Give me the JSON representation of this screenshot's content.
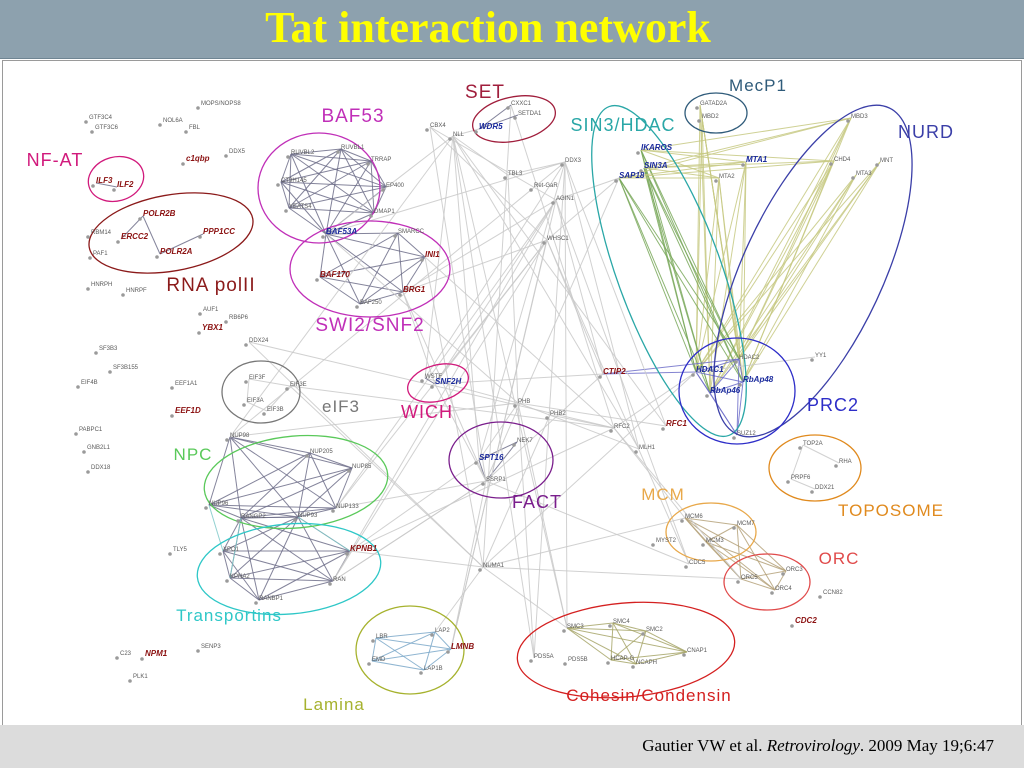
{
  "title": "Tat interaction network",
  "citation": {
    "authors": "Gautier VW et al. ",
    "journal": "Retrovirology",
    "rest": ". 2009 May 19;6:47"
  },
  "colors": {
    "title": "#ffff00",
    "header_bg": "#8da1ae",
    "footer_bg": "#dcdcdc"
  },
  "complexes": [
    {
      "name": "BAF53",
      "color": "#c02fb8"
    },
    {
      "name": "SET",
      "color": "#a01e3c"
    },
    {
      "name": "SIN3/HDAC",
      "color": "#2aa7a7"
    },
    {
      "name": "MecP1",
      "color": "#2f5b7a"
    },
    {
      "name": "NURD",
      "color": "#3b3fa8"
    },
    {
      "name": "NF-AT",
      "color": "#d11a7c"
    },
    {
      "name": "RNA polII",
      "color": "#8b1a1a"
    },
    {
      "name": "SWI2/SNF2",
      "color": "#c02fb8"
    },
    {
      "name": "eIF3",
      "color": "#777777"
    },
    {
      "name": "WICH",
      "color": "#d11a7c"
    },
    {
      "name": "PRC2",
      "color": "#2d2dc8"
    },
    {
      "name": "NPC",
      "color": "#5ac95a"
    },
    {
      "name": "FACT",
      "color": "#7a1e8c"
    },
    {
      "name": "MCM",
      "color": "#e8a84a"
    },
    {
      "name": "TOPOSOME",
      "color": "#e08a1e"
    },
    {
      "name": "ORC",
      "color": "#e04a4a"
    },
    {
      "name": "Transportins",
      "color": "#2ec7c7"
    },
    {
      "name": "Lamina",
      "color": "#a6b22e"
    },
    {
      "name": "Cohesin/Condensin",
      "color": "#d42020"
    }
  ],
  "nodes": [
    "MOPS/NOPS8",
    "GTF3C4",
    "GTF3C6",
    "NOL6A",
    "FBL",
    "DDX5",
    "c1qbp",
    "RUVBL1",
    "RUVBL2",
    "TRRAP",
    "CT9H145",
    "EP400",
    "YEATS4",
    "DMAP1",
    "BAF53A",
    "SMARCC",
    "INI1",
    "BAF170",
    "BRG1",
    "BAF250",
    "CBX4",
    "NLL",
    "CXXC1",
    "SETDA1",
    "WDR5",
    "DDX3",
    "TBL3",
    "Ret-GaR",
    "AGIN1",
    "WHSC1",
    "IKAROS",
    "SIN3A",
    "SAP18",
    "GATAD2A",
    "MBD2",
    "MTA1",
    "MTA2",
    "MBD3",
    "CHD4",
    "MNT",
    "MTA3",
    "ILF3",
    "ILF2",
    "POLR2B",
    "RBM14",
    "ERCC2",
    "PPP1CC",
    "PAF1",
    "POLR2A",
    "HNRPH",
    "HNRPF",
    "AUF1",
    "RB6P6",
    "YBX1",
    "DDX24",
    "SF3B3",
    "SF3B155",
    "EIF4B",
    "EEF1A1",
    "EIF3F",
    "EIF3E",
    "EIF3A",
    "EIF3B",
    "EEF1D",
    "WSTF",
    "SNF2H",
    "CTIP2",
    "HDAC1",
    "HDAC2",
    "RbAp48",
    "RbAp46",
    "SUZ12",
    "YY1",
    "PHB",
    "PHB2",
    "RFC2",
    "RFC1",
    "PABPC1",
    "GNB2L1",
    "DDX18",
    "NUP98",
    "NUP205",
    "NUP85",
    "NUP96",
    "NUP133",
    "RANGP2",
    "NUP93",
    "TLY5",
    "XPO1",
    "KPNB1",
    "KPNA2",
    "RAN",
    "RANBP1",
    "NEK7",
    "SPT16",
    "SSRP1",
    "MLH1",
    "TOP2A",
    "RHA",
    "PRPF6",
    "DDX21",
    "MCM6",
    "MCM7",
    "MCM3",
    "MYST2",
    "CDC5",
    "ORC3",
    "ORC5",
    "ORC4",
    "CCN82",
    "CDC2",
    "NUMA1",
    "C23",
    "NPM1",
    "SENP3",
    "PLK1",
    "LBR",
    "LAP2",
    "LMNB",
    "EMD",
    "LAP1B",
    "SMC3",
    "SMC4",
    "SMC2",
    "PDS5A",
    "PDS5B",
    "HCAP-G",
    "NCAPH",
    "CNAP1"
  ]
}
